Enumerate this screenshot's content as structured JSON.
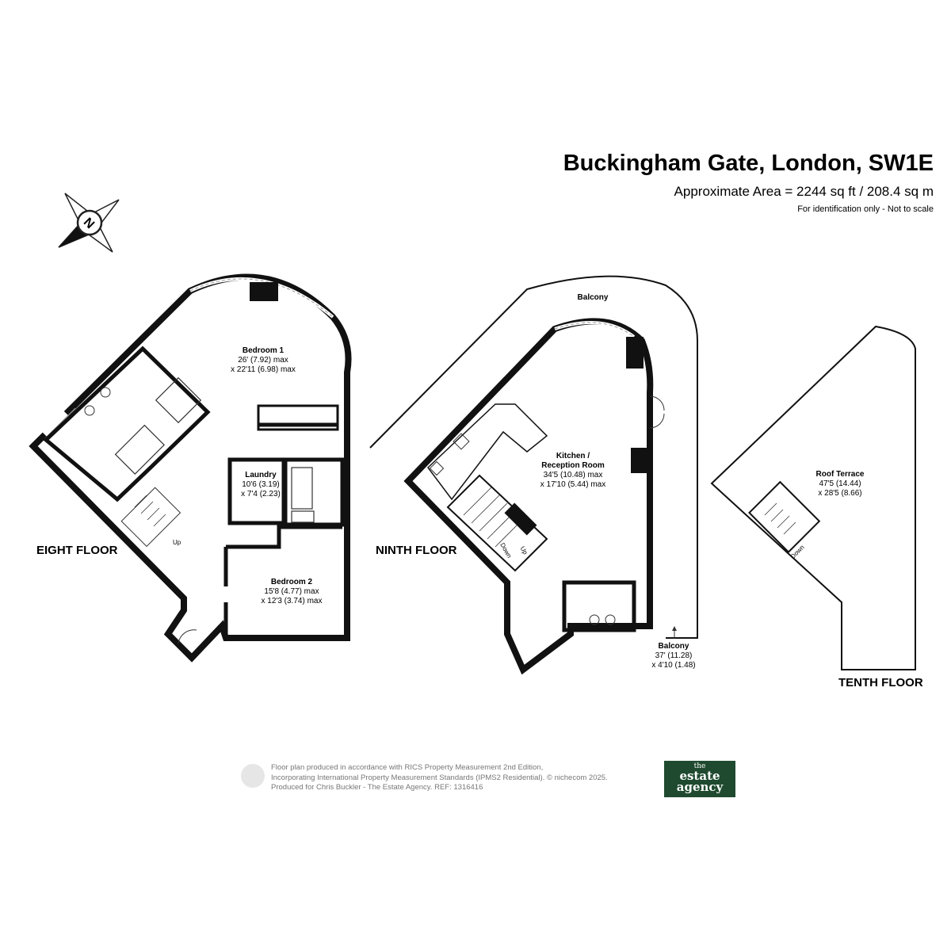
{
  "header": {
    "title": "Buckingham Gate, London, SW1E",
    "area": "Approximate Area = 2244 sq ft / 208.4 sq m",
    "disclaimer": "For identification only - Not to scale"
  },
  "compass": {
    "label": "N"
  },
  "floors": {
    "eighth": {
      "label": "EIGHT FLOOR",
      "stairs_up": "Up",
      "bedroom1": {
        "name": "Bedroom 1",
        "dim1": "26' (7.92) max",
        "dim2": "x 22'11 (6.98) max"
      },
      "laundry": {
        "name": "Laundry",
        "dim1": "10'6 (3.19)",
        "dim2": "x 7'4 (2.23)"
      },
      "bedroom2": {
        "name": "Bedroom 2",
        "dim1": "15'8 (4.77) max",
        "dim2": "x 12'3 (3.74) max"
      }
    },
    "ninth": {
      "label": "NINTH FLOOR",
      "balcony_top": "Balcony",
      "kitchen": {
        "name1": "Kitchen /",
        "name2": "Reception Room",
        "dim1": "34'5 (10.48) max",
        "dim2": "x 17'10 (5.44) max"
      },
      "balcony": {
        "name": "Balcony",
        "dim1": "37' (11.28)",
        "dim2": "x 4'10 (1.48)"
      },
      "stairs_down": "Down",
      "stairs_up": "Up"
    },
    "tenth": {
      "label": "TENTH FLOOR",
      "roof_terrace": {
        "name": "Roof Terrace",
        "dim1": "47'5 (14.44)",
        "dim2": "x 28'5 (8.66)"
      },
      "stairs_down": "Down"
    }
  },
  "footer": {
    "line1": "Floor plan produced in accordance with RICS Property Measurement 2nd Edition,",
    "line2": "Incorporating International Property Measurement Standards (IPMS2 Residential).  © nichecom 2025.",
    "line3": "Produced for Chris Buckler - The Estate Agency.   REF: 1316416",
    "logo_the": "the",
    "logo_line1": "estate",
    "logo_line2": "agency",
    "logo_color": "#1f4a2f"
  }
}
